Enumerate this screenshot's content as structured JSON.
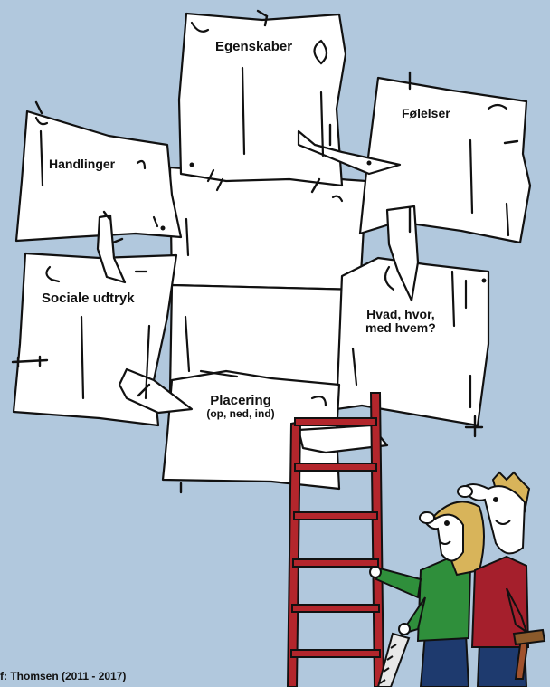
{
  "notes": {
    "egenskaber": "Egenskaber",
    "folelser": "Følelser",
    "handlinger": "Handlinger",
    "sociale_udtryk": "Sociale udtryk",
    "hvad_line1": "Hvad, hvor,",
    "hvad_line2": "med hvem?",
    "placering_line1": "Placering",
    "placering_line2": "(op, ned, ind)"
  },
  "credit": "f: Thomsen (2011 - 2017)",
  "colors": {
    "background": "#b1c8dd",
    "paper": "#ffffff",
    "ladder": "#b3262c",
    "green_shirt": "#2f8f3b",
    "red_shirt": "#a51f2c",
    "pants": "#1e3a6e",
    "hair_blonde": "#d8b45a"
  },
  "icons": [
    "nail-icon",
    "handsaw-icon",
    "hammer-icon"
  ]
}
